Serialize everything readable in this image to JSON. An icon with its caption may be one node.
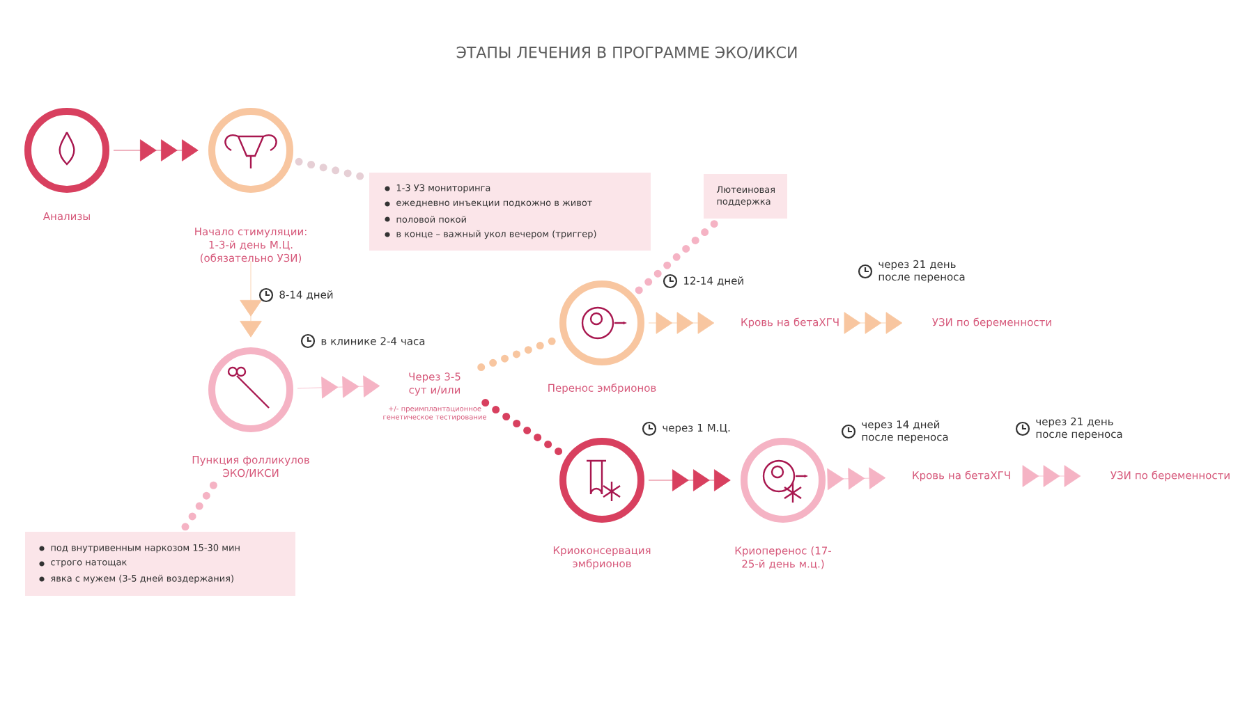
{
  "diagram": {
    "title": "ЭТАПЫ ЛЕЧЕНИЯ В ПРОГРАММЕ ЭКО/ИКСИ",
    "nodes": [
      {
        "text": [
          "Анализы"
        ]
      },
      {
        "text": [
          "Начало стимуляции: 1-3-й день М.Ц. (обязательно УЗИ)"
        ]
      },
      {
        "text": [
          "1-3 УЗ мониторинга",
          "ежедневно инъекции подкожно в живот",
          "половой покой",
          "в конце – важный укол вечером (триггер)"
        ]
      },
      {
        "text": [
          "Пункция фолликулов ЭКО/ИКСИ"
        ]
      },
      {
        "text": [
          "под внутривенным наркозом 15-30 мин",
          "строго натощак",
          "явка с мужем (3-5 дней воздержания)"
        ]
      },
      {
        "text": [
          "Через 3-5 сут и/или",
          "+/- преимплантационное генетическое тестирование"
        ]
      },
      {
        "text": [
          "Перенос эмбрионов"
        ]
      },
      {
        "text": [
          "Лютеиновая поддержка"
        ]
      },
      {
        "text": [
          "Кровь на бетаХГЧ"
        ]
      },
      {
        "text": [
          "УЗИ по беременности"
        ]
      },
      {
        "text": [
          "Криоконсервация эмбрионов"
        ]
      },
      {
        "text": [
          "Криоперенос (17-25-й день м.ц.)"
        ]
      },
      {
        "text": [
          "Кровь на бетаХГЧ"
        ]
      },
      {
        "text": [
          "УЗИ по беременности"
        ]
      }
    ],
    "edges": [
      {
        "from": 0,
        "to": 1,
        "arrow": "to",
        "color": "#d8405f"
      },
      {
        "from": 1,
        "to": 2,
        "arrow": "none",
        "style": "dashed",
        "color": "#e6cfd5"
      },
      {
        "from": 1,
        "to": 3,
        "arrow": "to",
        "label": "8-14 дней",
        "color": "#f8c6a0"
      },
      {
        "from": 3,
        "to": 4,
        "arrow": "none",
        "style": "dashed"
      },
      {
        "from": 3,
        "to": 5,
        "arrow": "to",
        "label": "в клинике 2-4 часа"
      },
      {
        "from": 5,
        "to": 6,
        "arrow": "none",
        "style": "dashed",
        "color": "#f8c6a0"
      },
      {
        "from": 5,
        "to": 10,
        "arrow": "none",
        "style": "dashed",
        "color": "#d8405f"
      },
      {
        "from": 6,
        "to": 7,
        "arrow": "none",
        "style": "dashed"
      },
      {
        "from": 6,
        "to": 8,
        "arrow": "to",
        "label": "12-14 дней",
        "color": "#f8c6a0"
      },
      {
        "from": 8,
        "to": 9,
        "arrow": "to",
        "label": "через 21 день после переноса",
        "color": "#f8c6a0"
      },
      {
        "from": 10,
        "to": 11,
        "arrow": "to",
        "label": "через 1 М.Ц.",
        "color": "#d8405f"
      },
      {
        "from": 11,
        "to": 12,
        "arrow": "to",
        "label": "через 14 дней после переноса"
      },
      {
        "from": 12,
        "to": 13,
        "arrow": "to",
        "label": "через 21 день после переноса"
      }
    ]
  }
}
